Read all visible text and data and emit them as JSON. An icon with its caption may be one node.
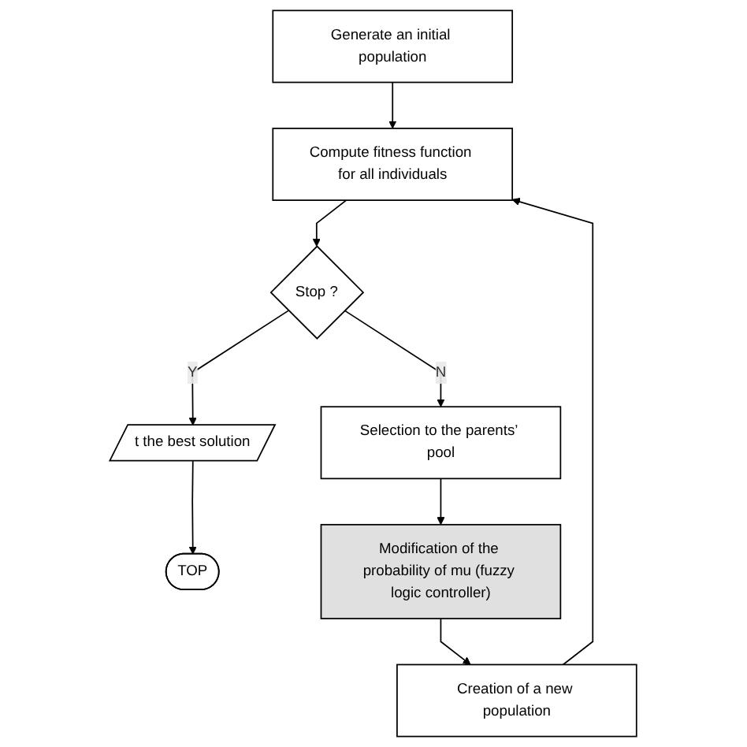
{
  "diagram": {
    "nodes": [
      {
        "text": [
          "Generate an initial population"
        ]
      },
      {
        "text": [
          "Compute fitness function for all individuals"
        ]
      },
      {
        "text": [
          "Stop ?"
        ]
      },
      {
        "text": [
          "t the best solution"
        ]
      },
      {
        "text": [
          "TOP"
        ]
      },
      {
        "text": [
          "Selection to the parents’ pool"
        ]
      },
      {
        "text": [
          "Modification of the probability of mu (fuzzy logic controller)"
        ]
      },
      {
        "text": [
          "Creation of a new population"
        ]
      }
    ],
    "edges": [
      {
        "from": 0,
        "to": 1,
        "arrow": "to"
      },
      {
        "from": 1,
        "to": 2,
        "arrow": "to"
      },
      {
        "from": 2,
        "to": 3,
        "label": "Y",
        "arrow": "to"
      },
      {
        "from": 2,
        "to": 5,
        "label": "N",
        "arrow": "to"
      },
      {
        "from": 3,
        "to": 4,
        "arrow": "to"
      },
      {
        "from": 5,
        "to": 6,
        "arrow": "to"
      },
      {
        "from": 6,
        "to": 7,
        "arrow": "to"
      },
      {
        "from": 7,
        "to": 1,
        "arrow": "to"
      }
    ]
  }
}
